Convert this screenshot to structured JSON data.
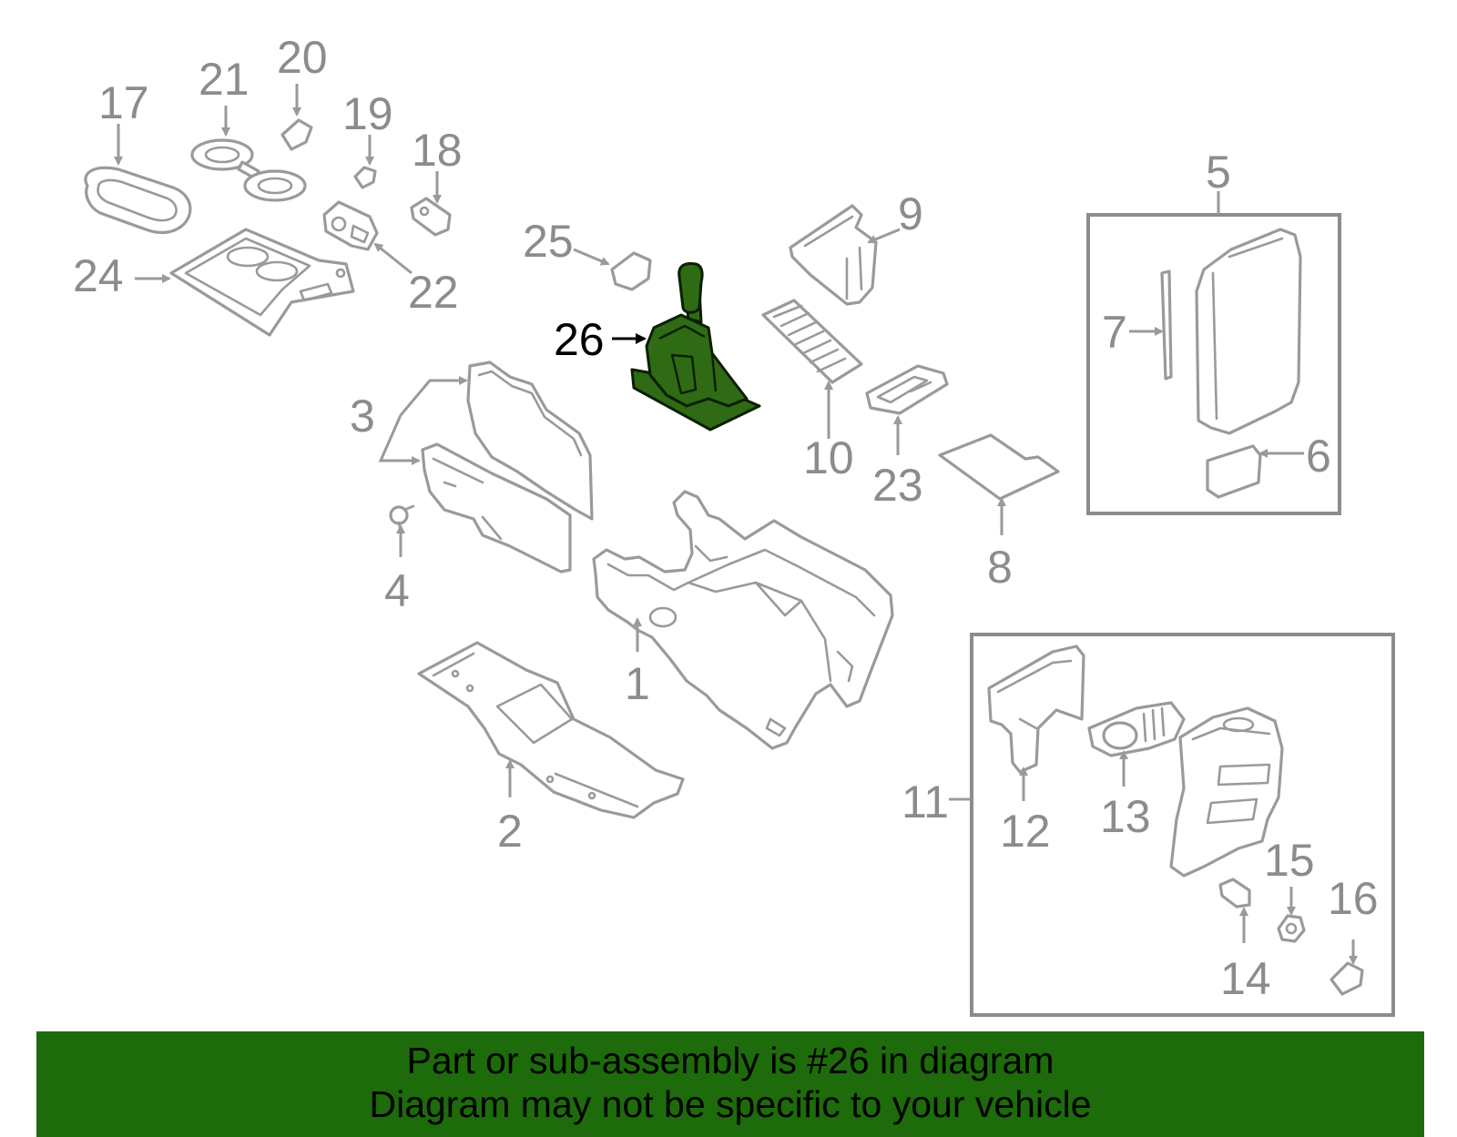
{
  "diagram": {
    "highlighted_part": "26",
    "highlight_color": "#2f6a14",
    "line_color": "#9a9a9a",
    "callouts": [
      "1",
      "2",
      "3",
      "4",
      "5",
      "6",
      "7",
      "8",
      "9",
      "10",
      "11",
      "12",
      "13",
      "14",
      "15",
      "16",
      "17",
      "18",
      "19",
      "20",
      "21",
      "22",
      "23",
      "24",
      "25",
      "26"
    ]
  },
  "banner": {
    "line1": "Part or sub-assembly is #26 in diagram",
    "line2": "Diagram may not be specific to your vehicle",
    "background": "#1d6b0b"
  }
}
